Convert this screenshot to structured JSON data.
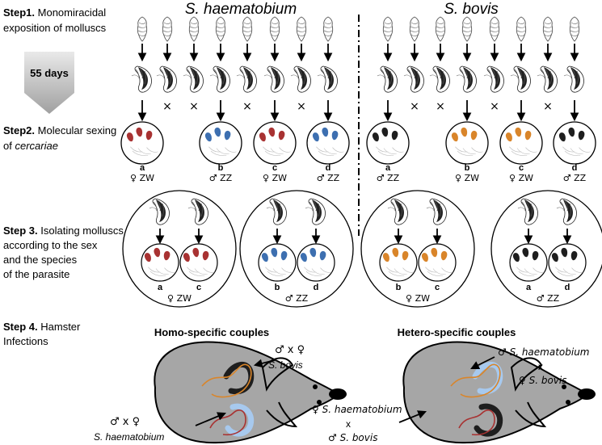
{
  "species": {
    "left": "S. haematobium",
    "right": "S. bovis"
  },
  "steps": {
    "step1_label": "Step1.",
    "step1_line1": "Monomiracidal",
    "step1_line2": "exposition of molluscs",
    "days": "55 days",
    "step2_label": "Step2.",
    "step2_line1": "Molecular sexing",
    "step2_line2_pre": "of ",
    "step2_line2_it": "cercariae",
    "step3_label": "Step 3.",
    "step3_line1": "Isolating molluscs",
    "step3_line2": "according to the sex",
    "step3_line3": "and the species",
    "step3_line4": "of the parasite",
    "step4_label": "Step 4.",
    "step4_line1": "Hamster",
    "step4_line2": "Infections"
  },
  "sexing": {
    "left": [
      {
        "letter": "a",
        "sex": "ZW",
        "symbol": "♀"
      },
      {
        "letter": "b",
        "sex": "ZZ",
        "symbol": "♂"
      },
      {
        "letter": "c",
        "sex": "ZW",
        "symbol": "♀"
      },
      {
        "letter": "d",
        "sex": "ZZ",
        "symbol": "♂"
      }
    ],
    "right": [
      {
        "letter": "a",
        "sex": "ZZ",
        "symbol": "♂"
      },
      {
        "letter": "b",
        "sex": "ZW",
        "symbol": "♀"
      },
      {
        "letter": "c",
        "sex": "ZW",
        "symbol": "♀"
      },
      {
        "letter": "d",
        "sex": "ZZ",
        "symbol": "♂"
      }
    ]
  },
  "isolation": [
    {
      "letters": [
        "a",
        "c"
      ],
      "sex": "ZW",
      "symbol": "♀"
    },
    {
      "letters": [
        "b",
        "d"
      ],
      "sex": "ZZ",
      "symbol": "♂"
    },
    {
      "letters": [
        "b",
        "c"
      ],
      "sex": "ZW",
      "symbol": "♀"
    },
    {
      "letters": [
        "a",
        "d"
      ],
      "sex": "ZZ",
      "symbol": "♂"
    }
  ],
  "couples": {
    "homo_title": "Homo-specific couples",
    "hetero_title": "Hetero-specific couples",
    "homo_top_cross": "♂ x ♀",
    "homo_top_species": "S. bovis",
    "homo_bottom_cross": "♂ x ♀",
    "homo_bottom_species": "S. haematobium",
    "hetero_top_line1": "♂ S. haematobium",
    "hetero_top_x": "x",
    "hetero_top_line2": "♀ S. bovis",
    "hetero_bottom_line1": "♀ S. haematobium",
    "hetero_bottom_x": "x",
    "hetero_bottom_line2": "♂ S. bovis"
  },
  "colors": {
    "haem_female": "#a83232",
    "haem_male": "#3d6fb0",
    "bovis_female": "#d9852a",
    "bovis_male": "#1e1e1e",
    "hamster": "#a6a6a6",
    "arrow_gray": "#a0a0a0",
    "worm_blue": "#a7c9ee"
  }
}
